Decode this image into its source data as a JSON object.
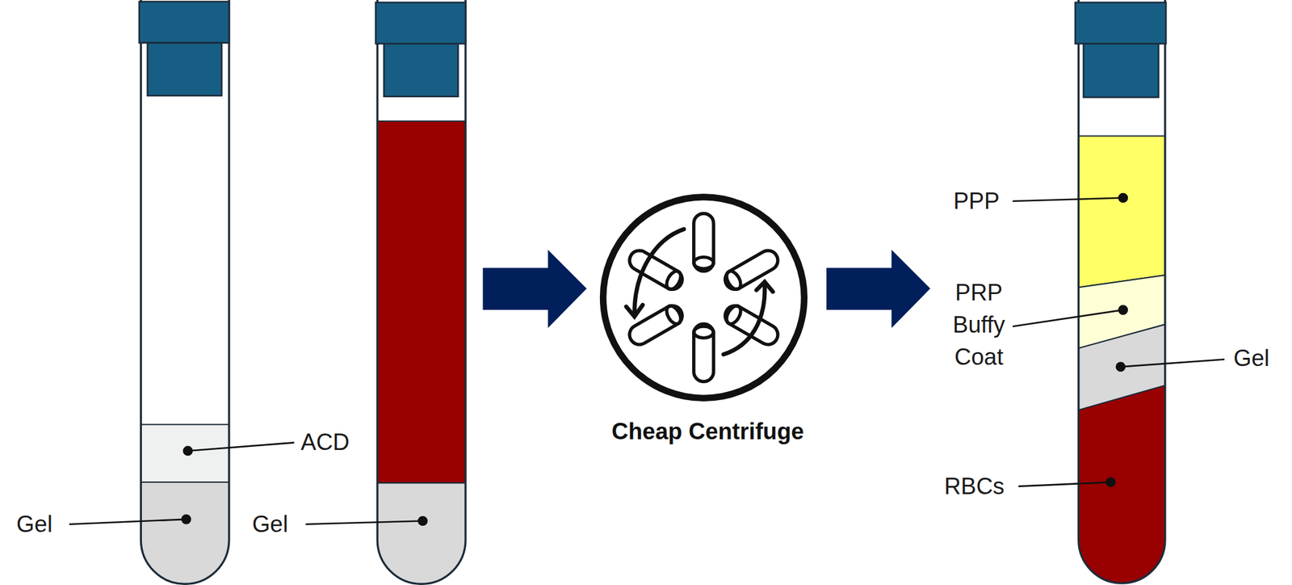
{
  "diagram": {
    "labels": [
      "ACD",
      "Gel",
      "Gel",
      "Cheap Centrifuge",
      "PPP",
      "PRP Buffy Coat",
      "Gel",
      "RBCs"
    ]
  }
}
